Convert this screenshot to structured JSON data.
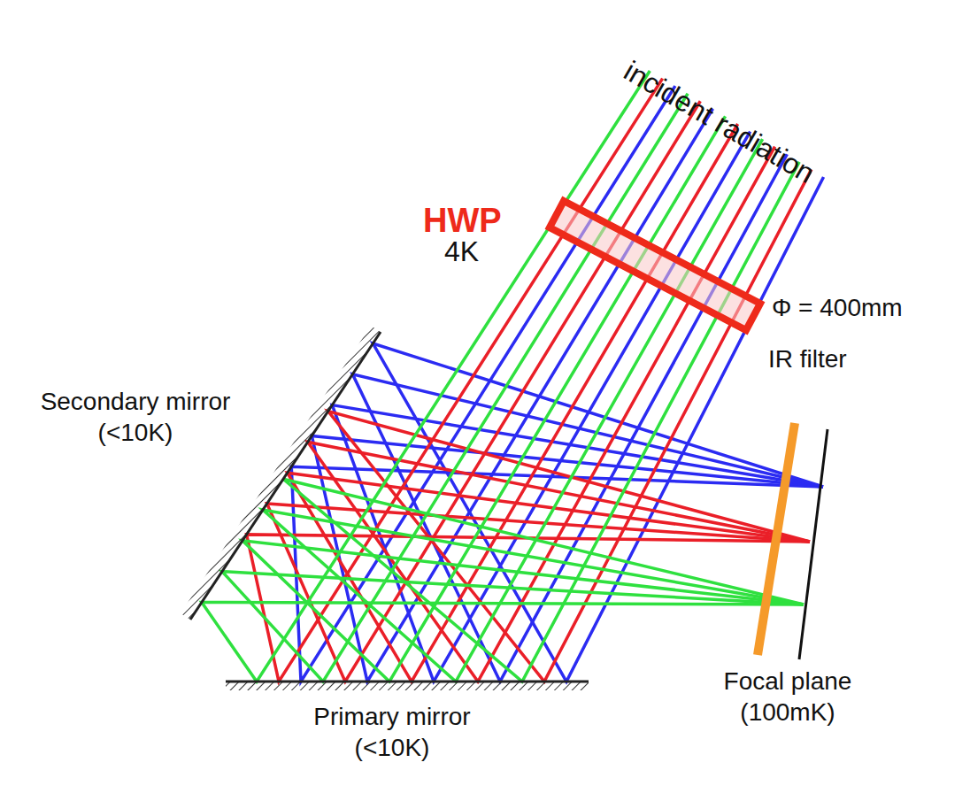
{
  "diagram": {
    "labels": [
      "incident radiation",
      "HWP",
      "4K",
      "Φ = 400mm",
      "IR filter",
      "Secondary mirror (<10K)",
      "Primary mirror (<10K)",
      "Focal plane (100mK)"
    ]
  }
}
